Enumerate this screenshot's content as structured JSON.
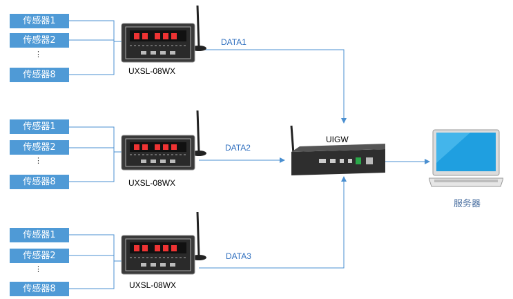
{
  "colors": {
    "sensor_fill": "#4f9ad6",
    "wire": "#4a8fd0",
    "device_body": "#3a3a3a"
  },
  "groups": [
    {
      "sensors": [
        "传感器1",
        "传感器2",
        "传感器8"
      ],
      "dots": "⋮",
      "device_label": "UXSL-08WX",
      "data_label": "DATA1"
    },
    {
      "sensors": [
        "传感器1",
        "传感器2",
        "传感器8"
      ],
      "dots": "⋮",
      "device_label": "UXSL-08WX",
      "data_label": "DATA2"
    },
    {
      "sensors": [
        "传感器1",
        "传感器2",
        "传感器8"
      ],
      "dots": "⋮",
      "device_label": "UXSL-08WX",
      "data_label": "DATA3"
    }
  ],
  "gateway": {
    "label": "UIGW"
  },
  "server": {
    "label": "服务器",
    "icon": "laptop-icon"
  }
}
